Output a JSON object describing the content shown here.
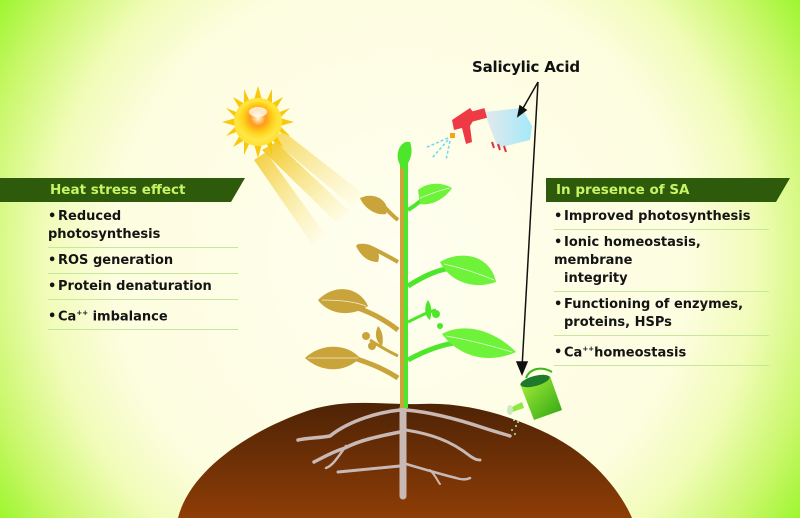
{
  "diagram": {
    "title_label": "Salicylic Acid",
    "left_panel": {
      "header": "Heat stress effect",
      "items": [
        {
          "text": "Reduced photosynthesis"
        },
        {
          "text": "ROS generation"
        },
        {
          "text": "Protein denaturation"
        },
        {
          "text_before": "Ca",
          "sup": "++",
          "text_after": " imbalance"
        }
      ]
    },
    "right_panel": {
      "header": "In presence of SA",
      "items": [
        {
          "text": "Improved photosynthesis"
        },
        {
          "text": "Ionic homeostasis, membrane",
          "cont": "integrity"
        },
        {
          "text": "Functioning of enzymes,",
          "cont": "proteins, HSPs"
        },
        {
          "text_before": "Ca",
          "sup": "++",
          "text_after": "homeostasis"
        }
      ]
    },
    "bullet": "•",
    "icons": [
      "sun-icon",
      "spray-bottle-icon",
      "watering-can-icon",
      "plant-icon",
      "soil-mound",
      "roots"
    ],
    "colors": {
      "header_bg": "#2e5a0c",
      "header_text": "#c8f564",
      "stressed_leaf": "#c9a43a",
      "healthy_leaf": "#4ee62c",
      "soil": "#7a3a0c",
      "root": "#c9b9b5",
      "background_edge": "#8ef51a"
    }
  }
}
